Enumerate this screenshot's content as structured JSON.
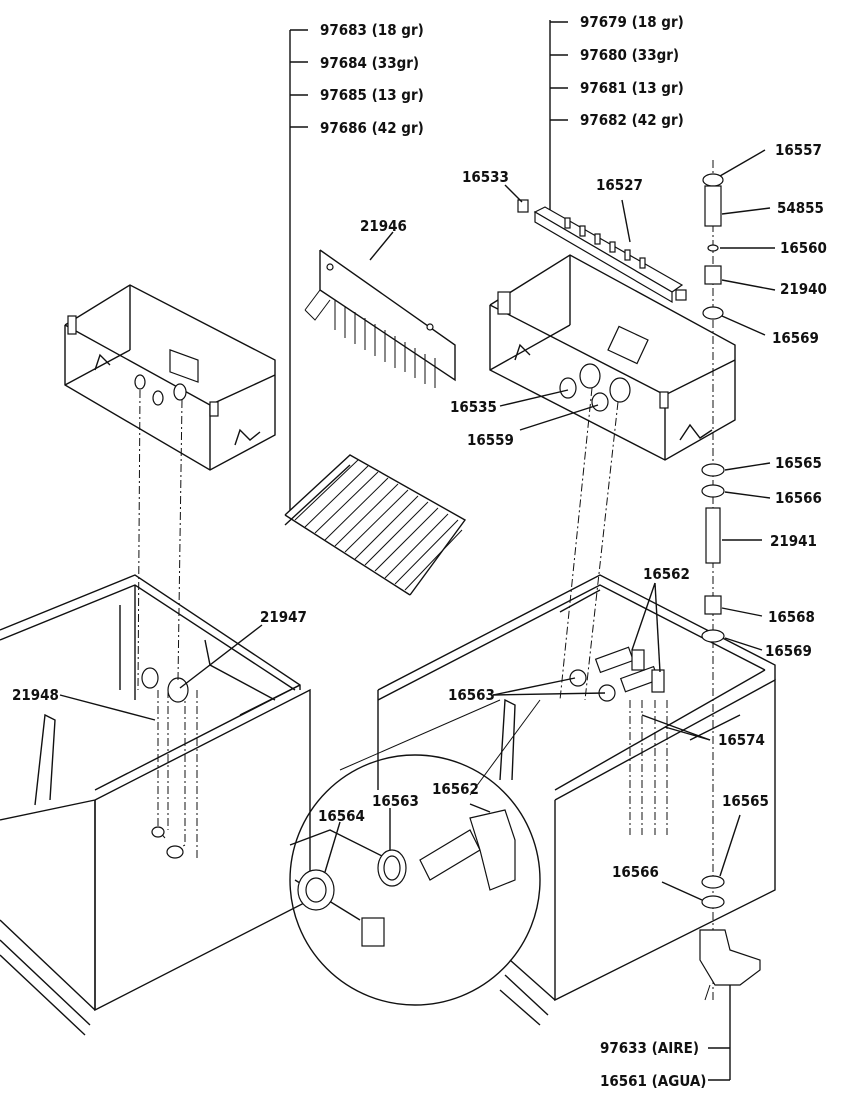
{
  "labels": {
    "p97683": "97683 (18 gr)",
    "p97684": "97684 (33gr)",
    "p97685": "97685 (13 gr)",
    "p97686": "97686 (42 gr)",
    "p97679": "97679 (18 gr)",
    "p97680": "97680 (33gr)",
    "p97681": "97681 (13 gr)",
    "p97682": "97682 (42 gr)",
    "p16557": "16557",
    "p16533": "16533",
    "p16527": "16527",
    "p54855": "54855",
    "p21946": "21946",
    "p16560": "16560",
    "p21940": "21940",
    "p16569a": "16569",
    "p16535": "16535",
    "p16559": "16559",
    "p16565a": "16565",
    "p16566a": "16566",
    "p21941": "21941",
    "p16562a": "16562",
    "p16568": "16568",
    "p21947": "21947",
    "p16569b": "16569",
    "p21948": "21948",
    "p16563a": "16563",
    "p16574": "16574",
    "p16564": "16564",
    "p16563b": "16563",
    "p16562b": "16562",
    "p16565b": "16565",
    "p16566b": "16566",
    "p97633": "97633 (AIRE)",
    "p16561": "16561 (AGUA)"
  }
}
